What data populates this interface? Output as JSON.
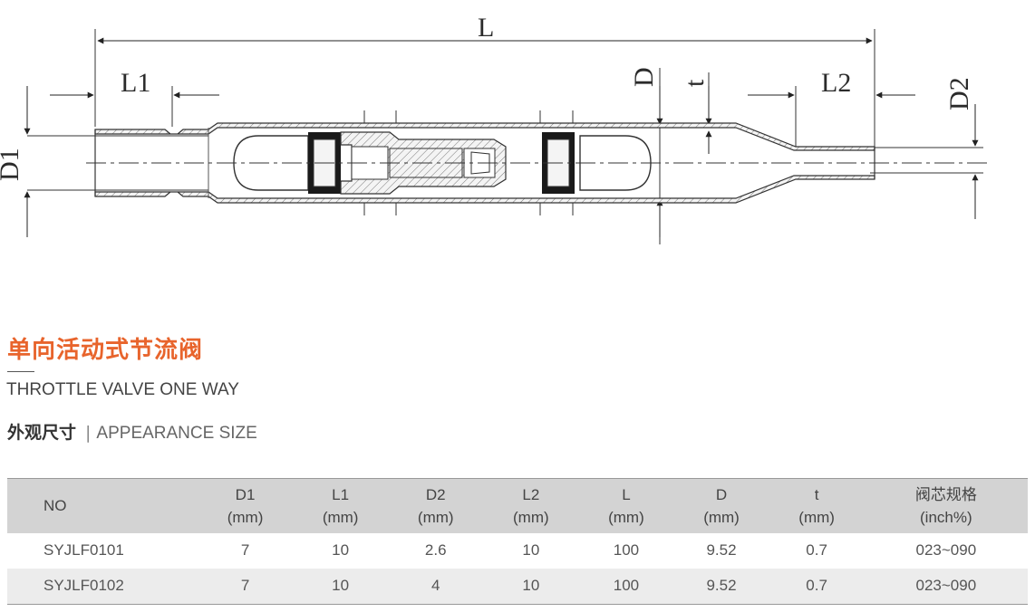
{
  "drawing": {
    "labels": {
      "L": "L",
      "L1": "L1",
      "L2": "L2",
      "D": "D",
      "t": "t",
      "D1": "D1",
      "D2": "D2"
    }
  },
  "heading": {
    "title_cn": "单向活动式节流阀",
    "title_en": "THROTTLE VALVE ONE WAY",
    "section_cn": "外观尺寸",
    "section_sep": "|",
    "section_en": "APPEARANCE SIZE"
  },
  "table": {
    "headers": [
      {
        "line1": "NO",
        "line2": ""
      },
      {
        "line1": "D1",
        "line2": "(mm)"
      },
      {
        "line1": "L1",
        "line2": "(mm)"
      },
      {
        "line1": "D2",
        "line2": "(mm)"
      },
      {
        "line1": "L2",
        "line2": "(mm)"
      },
      {
        "line1": "L",
        "line2": "(mm)"
      },
      {
        "line1": "D",
        "line2": "(mm)"
      },
      {
        "line1": "t",
        "line2": "(mm)"
      },
      {
        "line1": "阀芯规格",
        "line2": "(inch%)"
      }
    ],
    "rows": [
      [
        "SYJLF0101",
        "7",
        "10",
        "2.6",
        "10",
        "100",
        "9.52",
        "0.7",
        "023~090"
      ],
      [
        "SYJLF0102",
        "7",
        "10",
        "4",
        "10",
        "100",
        "9.52",
        "0.7",
        "023~090"
      ]
    ]
  }
}
